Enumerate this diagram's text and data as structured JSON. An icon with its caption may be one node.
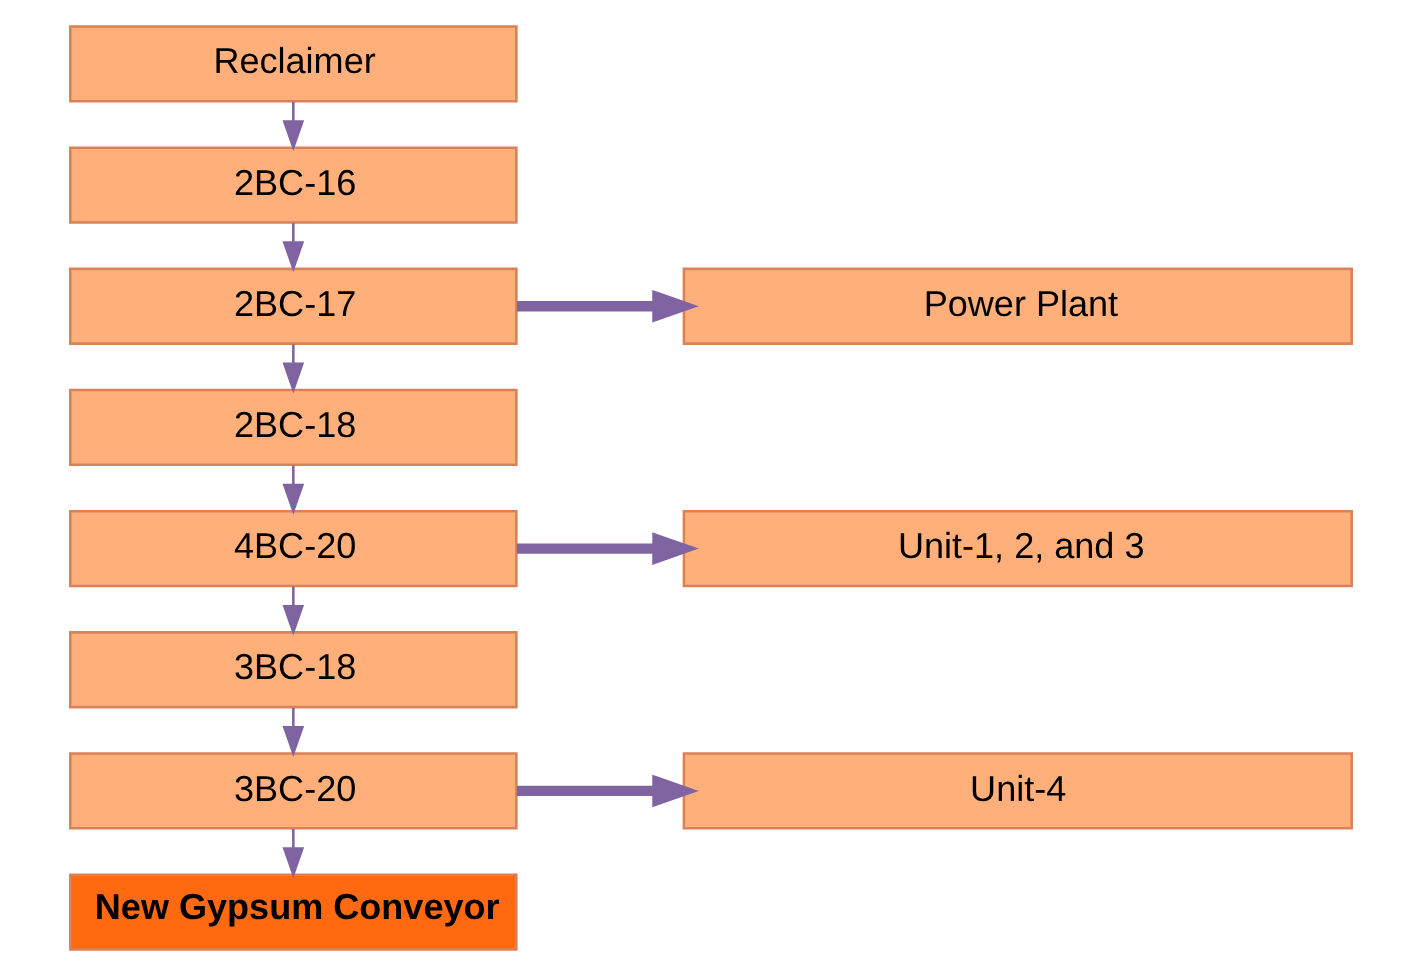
{
  "diagram": {
    "nodes": [
      {
        "text": [
          "Reclaimer"
        ]
      },
      {
        "text": [
          "2BC-16"
        ]
      },
      {
        "text": [
          "2BC-17"
        ]
      },
      {
        "text": [
          "2BC-18"
        ]
      },
      {
        "text": [
          "4BC-20"
        ]
      },
      {
        "text": [
          "3BC-18"
        ]
      },
      {
        "text": [
          "3BC-20"
        ]
      },
      {
        "text": [
          "New Gypsum Conveyor"
        ]
      },
      {
        "text": [
          "Power Plant"
        ]
      },
      {
        "text": [
          "Unit-1, 2, and 3"
        ]
      },
      {
        "text": [
          "Unit-4"
        ]
      }
    ],
    "edges": [
      {
        "from": 0,
        "to": 1,
        "arrow": "to"
      },
      {
        "from": 1,
        "to": 2,
        "arrow": "to"
      },
      {
        "from": 2,
        "to": 3,
        "arrow": "to"
      },
      {
        "from": 3,
        "to": 4,
        "arrow": "to"
      },
      {
        "from": 4,
        "to": 5,
        "arrow": "to"
      },
      {
        "from": 5,
        "to": 6,
        "arrow": "to"
      },
      {
        "from": 6,
        "to": 7,
        "arrow": "to"
      },
      {
        "from": 2,
        "to": 8,
        "arrow": "to",
        "style": "thick"
      },
      {
        "from": 4,
        "to": 9,
        "arrow": "to",
        "style": "thick"
      },
      {
        "from": 6,
        "to": 10,
        "arrow": "to",
        "style": "thick"
      }
    ]
  }
}
